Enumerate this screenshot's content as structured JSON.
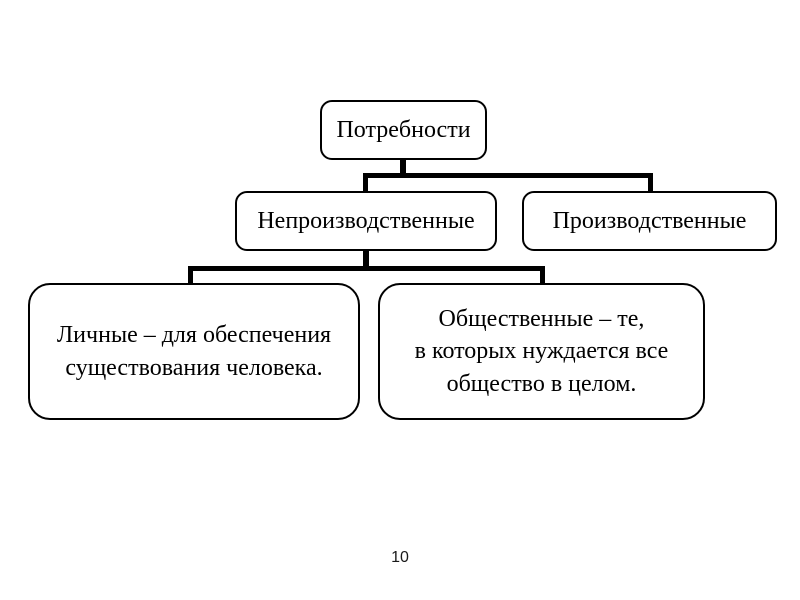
{
  "diagram": {
    "root": {
      "label": "Потребности"
    },
    "level2": [
      {
        "label": "Непроизводственные"
      },
      {
        "label": "Производственные"
      }
    ],
    "level3": [
      {
        "label": "Личные – для обеспечения\nсуществования человека."
      },
      {
        "label": "Общественные – те,\nв которых нуждается все\nобщество в целом."
      }
    ]
  },
  "page": {
    "number": "10"
  },
  "colors": {
    "background": "#ffffff",
    "border": "#000000",
    "connector": "#000000",
    "text": "#000000"
  }
}
